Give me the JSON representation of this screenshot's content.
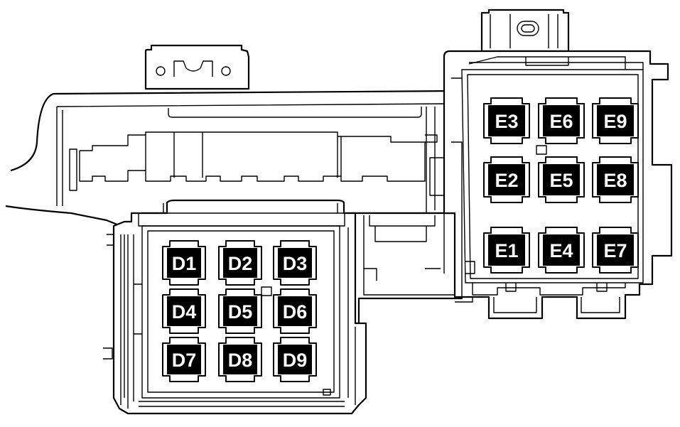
{
  "colors": {
    "line": "#000000",
    "background": "#ffffff",
    "label_text": "#ffffff",
    "label_fill": "#000000"
  },
  "relays_d": [
    {
      "id": "D1",
      "label": "D1"
    },
    {
      "id": "D2",
      "label": "D2"
    },
    {
      "id": "D3",
      "label": "D3"
    },
    {
      "id": "D4",
      "label": "D4"
    },
    {
      "id": "D5",
      "label": "D5"
    },
    {
      "id": "D6",
      "label": "D6"
    },
    {
      "id": "D7",
      "label": "D7"
    },
    {
      "id": "D8",
      "label": "D8"
    },
    {
      "id": "D9",
      "label": "D9"
    }
  ],
  "relays_e": [
    {
      "id": "E3",
      "label": "E3"
    },
    {
      "id": "E6",
      "label": "E6"
    },
    {
      "id": "E9",
      "label": "E9"
    },
    {
      "id": "E2",
      "label": "E2"
    },
    {
      "id": "E5",
      "label": "E5"
    },
    {
      "id": "E8",
      "label": "E8"
    },
    {
      "id": "E1",
      "label": "E1"
    },
    {
      "id": "E4",
      "label": "E4"
    },
    {
      "id": "E7",
      "label": "E7"
    }
  ]
}
